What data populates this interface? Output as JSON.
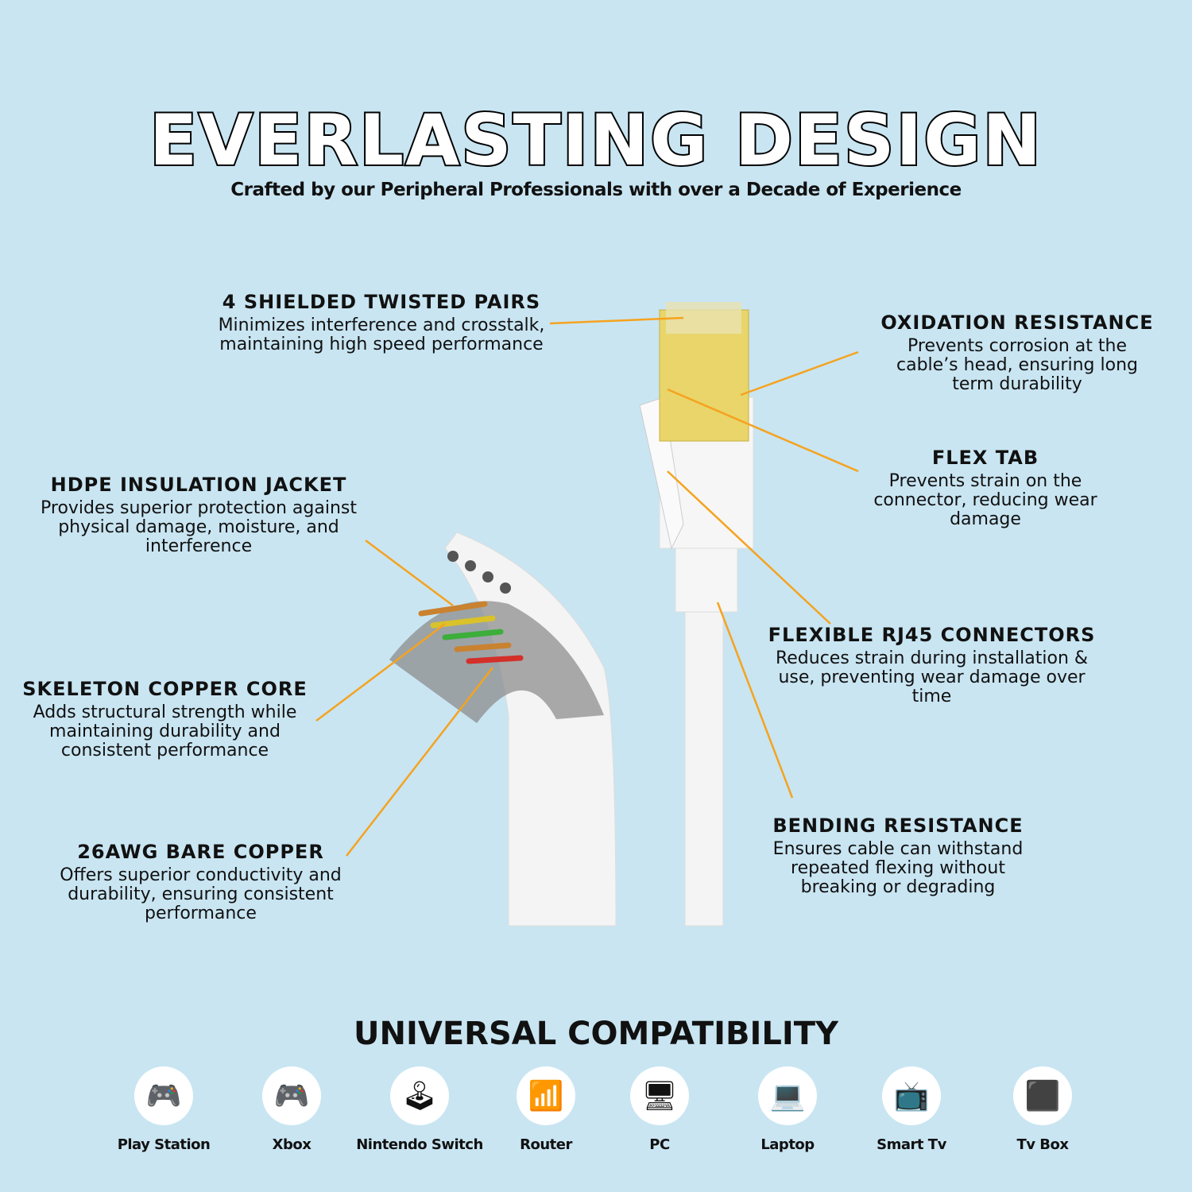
{
  "header": {
    "title": "EVERLASTING DESIGN",
    "subtitle": "Crafted by our Peripheral Professionals with over a Decade of Experience"
  },
  "callouts": [
    {
      "title": "4 SHIELDED TWISTED PAIRS",
      "text": "Minimizes interference and crosstalk, maintaining high speed performance"
    },
    {
      "title": "OXIDATION RESISTANCE",
      "text": "Prevents corrosion at the cable’s head, ensuring long term durability"
    },
    {
      "title": "HDPE INSULATION JACKET",
      "text": "Provides superior protection against physical damage, moisture, and interference"
    },
    {
      "title": "FLEX TAB",
      "text": "Prevents strain on the connector, reducing wear damage"
    },
    {
      "title": "FLEXIBLE RJ45 CONNECTORS",
      "text": "Reduces strain during installation & use, preventing wear damage over time"
    },
    {
      "title": "SKELETON COPPER CORE",
      "text": "Adds structural strength while maintaining durability and consistent performance"
    },
    {
      "title": "BENDING RESISTANCE",
      "text": "Ensures cable can withstand repeated flexing without breaking or degrading"
    },
    {
      "title": "26AWG BARE COPPER",
      "text": "Offers superior conductivity and durability, ensuring consistent performance"
    }
  ],
  "compatibility": {
    "title": "UNIVERSAL COMPATIBILITY",
    "devices": [
      {
        "label": "Play Station",
        "icon": "gamepad-icon"
      },
      {
        "label": "Xbox",
        "icon": "xbox-controller-icon"
      },
      {
        "label": "Nintendo Switch",
        "icon": "switch-console-icon"
      },
      {
        "label": "Router",
        "icon": "router-icon"
      },
      {
        "label": "PC",
        "icon": "pc-tower-icon"
      },
      {
        "label": "Laptop",
        "icon": "laptop-icon"
      },
      {
        "label": "Smart Tv",
        "icon": "smart-tv-icon"
      },
      {
        "label": "Tv Box",
        "icon": "tv-box-icon"
      }
    ]
  },
  "colors": {
    "background": "#c9e5f2",
    "leader": "#f5a31f"
  }
}
